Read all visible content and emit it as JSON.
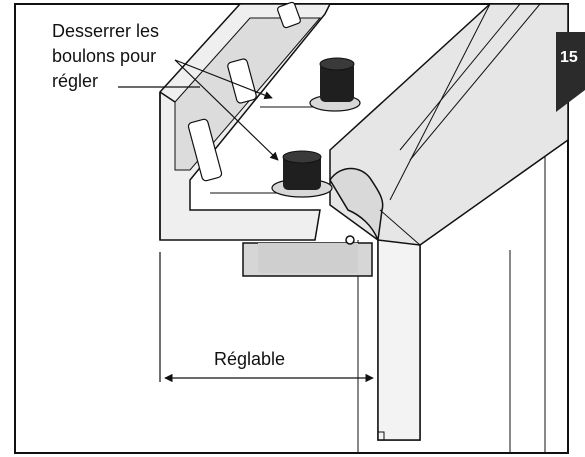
{
  "callout": {
    "lines": [
      "Desserrer les",
      "boulons pour",
      "régler"
    ]
  },
  "dimension": {
    "label": "Réglable"
  },
  "step_badge": {
    "number": "15",
    "color": "#2b2b2b"
  },
  "colors": {
    "rail_fill": "#e3e3e3",
    "rail_shade": "#cfcfcf",
    "bolt": "#1e1e1e",
    "outline": "#111111"
  }
}
